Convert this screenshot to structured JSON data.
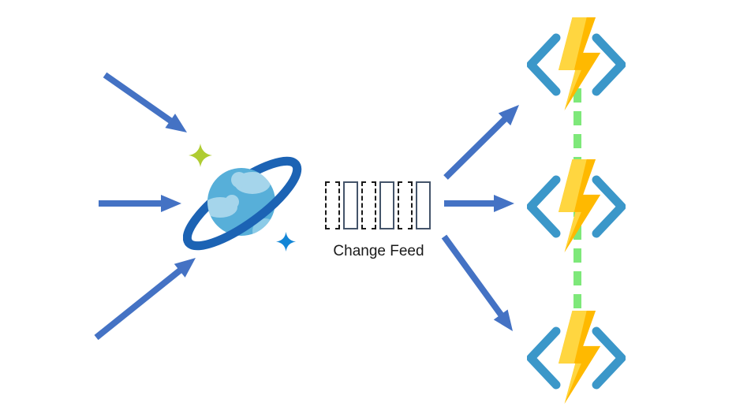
{
  "diagram": {
    "label_change_feed": "Change Feed",
    "nodes": {
      "database": {
        "icon": "cosmos-db-icon",
        "name": "Azure Cosmos DB"
      },
      "functions": [
        {
          "icon": "azure-functions-icon"
        },
        {
          "icon": "azure-functions-icon"
        },
        {
          "icon": "azure-functions-icon"
        }
      ]
    },
    "change_feed_segments": [
      "dashed",
      "solid",
      "dashed",
      "solid",
      "dashed",
      "solid"
    ],
    "flows": [
      {
        "from": "external-input-1",
        "to": "cosmos-db"
      },
      {
        "from": "external-input-2",
        "to": "cosmos-db"
      },
      {
        "from": "external-input-3",
        "to": "cosmos-db"
      },
      {
        "from": "change-feed",
        "to": "azure-function-top"
      },
      {
        "from": "change-feed",
        "to": "azure-function-middle"
      },
      {
        "from": "change-feed",
        "to": "azure-function-bottom"
      }
    ],
    "colors": {
      "arrow": "#4472C4",
      "link_dash": "#7EE87A",
      "bolt_light": "#FFD640",
      "bolt_dark": "#FFB900",
      "bracket": "#3B97C9",
      "ring": "#1C63B4",
      "planet": "#57AFD9",
      "cloud": "#A5D5EB",
      "cloud_alt": "#8CCBE7",
      "sparkle_green": "#AFCC32",
      "sparkle_blue": "#1285D6",
      "feed_solid_border": "#44546A",
      "feed_dashed_border": "#1A1A1A",
      "label_color": "#1A1A1A",
      "bg": "#FFFFFF"
    }
  }
}
